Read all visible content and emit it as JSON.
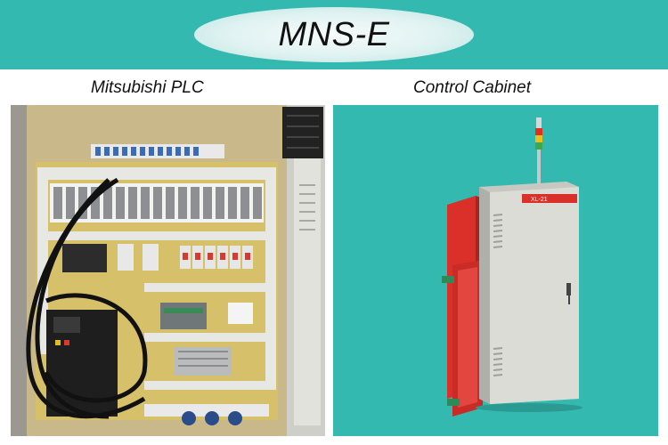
{
  "header": {
    "title": "MNS-E"
  },
  "panels": [
    {
      "caption": "Mitsubishi PLC",
      "image": "plc-wiring-panel-photo"
    },
    {
      "caption": "Control Cabinet",
      "image": "control-cabinet-photo",
      "cabinet_label": "XL-21"
    }
  ],
  "colors": {
    "banner": "#33b9b0",
    "cabinet_background": "#33b9b0",
    "cabinet_body": "#dcdcd6",
    "cabinet_door": "#d9302a"
  }
}
